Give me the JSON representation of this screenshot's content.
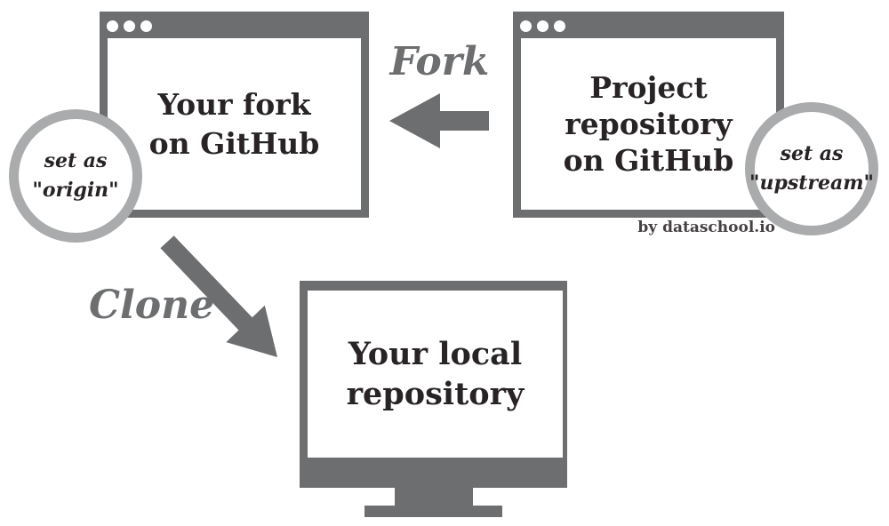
{
  "windows": {
    "your_fork": {
      "label": "Your fork\non GitHub"
    },
    "project_repo": {
      "label": "Project\nrepository\non GitHub"
    },
    "local_repo": {
      "label": "Your local\nrepository"
    }
  },
  "badges": {
    "origin": {
      "label": "set as\n\"origin\""
    },
    "upstream": {
      "label": "set as\n\"upstream\""
    }
  },
  "arrows": {
    "fork": {
      "label": "Fork"
    },
    "clone": {
      "label": "Clone"
    }
  },
  "credit": "by dataschool.io",
  "colors": {
    "frame_gray": "#6d6e70",
    "ring_gray": "#a9abac",
    "text_dark": "#282425",
    "credit_dark": "#454041",
    "background": "#ffffff"
  }
}
